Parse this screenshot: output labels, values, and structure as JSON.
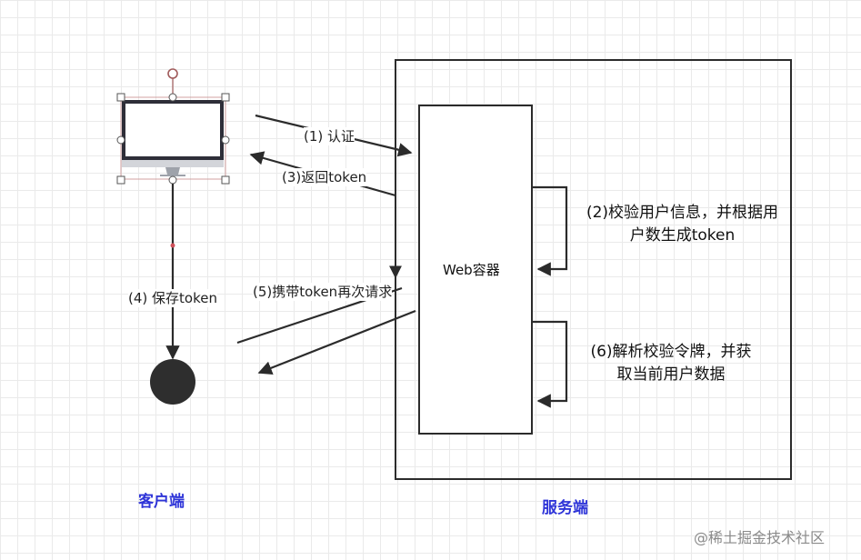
{
  "labels": {
    "auth": "(1) 认证",
    "return_token": "(3)返回token",
    "save_token": "(4) 保存token",
    "carry_token": "(5)携带token再次请求",
    "verify_line1": "(2)校验用户信息，并根据用",
    "verify_line2": "户数生成token",
    "parse_line1": "(6)解析校验令牌，并获",
    "parse_line2": "取当前用户数据",
    "web_container": "Web容器",
    "client": "客户端",
    "server": "服务端"
  },
  "watermark": "@稀土掘金技术社区",
  "icons": {
    "monitor": "monitor-icon",
    "client_store": "filled-circle-icon"
  },
  "colors": {
    "stroke": "#2b2b2b",
    "zone_label": "#2f35d8",
    "selection_handle": "#a05a5a",
    "grid": "#eaeaea"
  }
}
